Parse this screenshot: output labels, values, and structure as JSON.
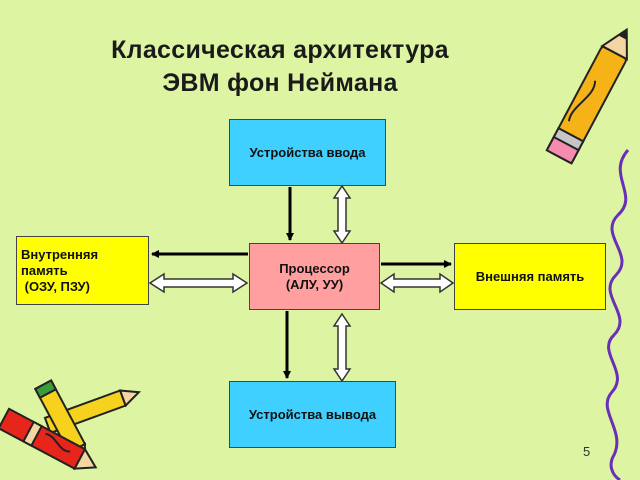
{
  "slide": {
    "title_line1": "Классическая архитектура",
    "title_line2": "ЭВМ фон Неймана",
    "page_number": "5"
  },
  "blocks": {
    "input_devices": "Устройства ввода",
    "output_devices": "Устройства вывода",
    "processor_line1": "Процессор",
    "processor_line2": "(АЛУ, УУ)",
    "external_memory": "Внешняя память",
    "internal_memory_line1": "Внутренняя",
    "internal_memory_line2": "память",
    "internal_memory_line3": " (ОЗУ, ПЗУ)"
  },
  "colors": {
    "background": "#ddf4a2",
    "io_blocks": "#3fd0ff",
    "processor": "#ff9f9f",
    "memory_blocks": "#ffff00"
  },
  "decorations": [
    "pencil-icon",
    "pencils-cluster-icon",
    "wavy-line"
  ]
}
